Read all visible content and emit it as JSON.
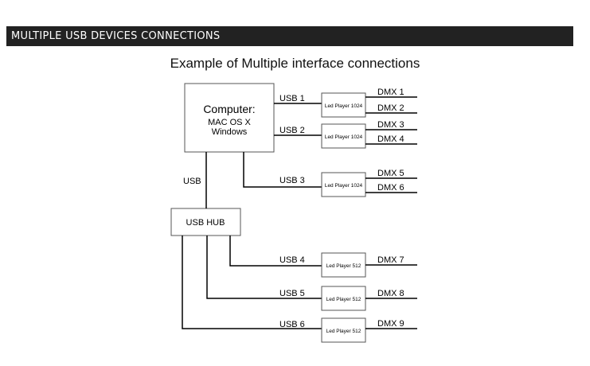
{
  "header": {
    "title": "MULTIPLE USB DEVICES CONNECTIONS"
  },
  "diagram": {
    "title": "Example of Multiple interface connections",
    "computer": {
      "name": "Computer:",
      "os_line1": "MAC OS X",
      "os_line2": "Windows"
    },
    "hub": {
      "label": "USB HUB"
    },
    "hub_link": "USB",
    "usb_links": [
      "USB 1",
      "USB 2",
      "USB 3",
      "USB 4",
      "USB 5",
      "USB 6"
    ],
    "players": [
      "Led Player 1024",
      "Led Player 1024",
      "Led Player 1024",
      "Led Player 512",
      "Led Player 512",
      "Led Player 512"
    ],
    "dmx": [
      "DMX 1",
      "DMX 2",
      "DMX 3",
      "DMX 4",
      "DMX 5",
      "DMX 6",
      "DMX 7",
      "DMX 8",
      "DMX 9"
    ]
  },
  "colors": {
    "header_bg": "#222222",
    "header_text": "#ffffff",
    "line": "#000000"
  }
}
